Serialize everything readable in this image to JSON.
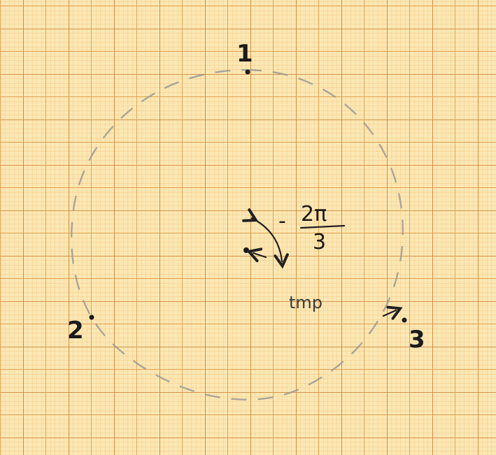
{
  "points": [
    {
      "id": "1",
      "label": "1"
    },
    {
      "id": "2",
      "label": "2"
    },
    {
      "id": "3",
      "label": "3"
    }
  ],
  "rotation": {
    "sign": "-",
    "numerator": "2π",
    "denominator": "3"
  },
  "tmp_label": "tmp",
  "colors": {
    "paper": "#fbe7b3",
    "grid_fine": "#f2c27a",
    "grid_major": "#c9782a",
    "ink": "#1a1a1a",
    "circle": "#9a9a94"
  }
}
